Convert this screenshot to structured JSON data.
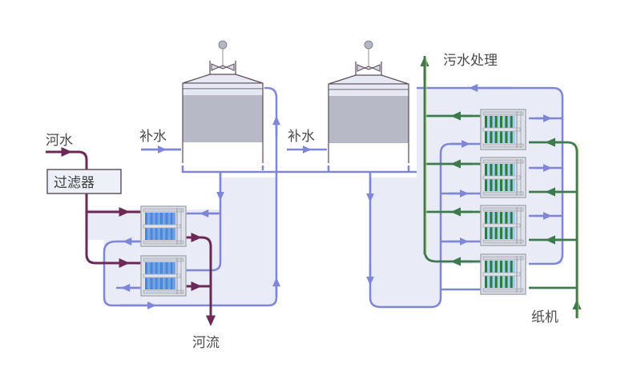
{
  "labels": {
    "river_water": "河水",
    "filter": "过滤器",
    "makeup_water_1": "补水",
    "makeup_water_2": "补水",
    "river_outflow": "河流",
    "sewage_treatment": "污水处理",
    "paper_machine": "纸机"
  },
  "colors": {
    "river_pipe": "#6b2a55",
    "cooling_pipe": "#7f86d6",
    "process_pipe": "#3f7a4e",
    "loop_fill": "#e9ecf6",
    "tower_body": "#b7b9c6",
    "tower_cap": "#e6e9f3",
    "tower_outline": "#5a4a55",
    "hx_blue": "#4d86d8",
    "hx_green": "#2f7a3f",
    "hx_frame": "#a9acb4"
  },
  "icons": {
    "tower_fan": "fan-icon",
    "exchanger": "plate-heat-exchanger-icon"
  }
}
